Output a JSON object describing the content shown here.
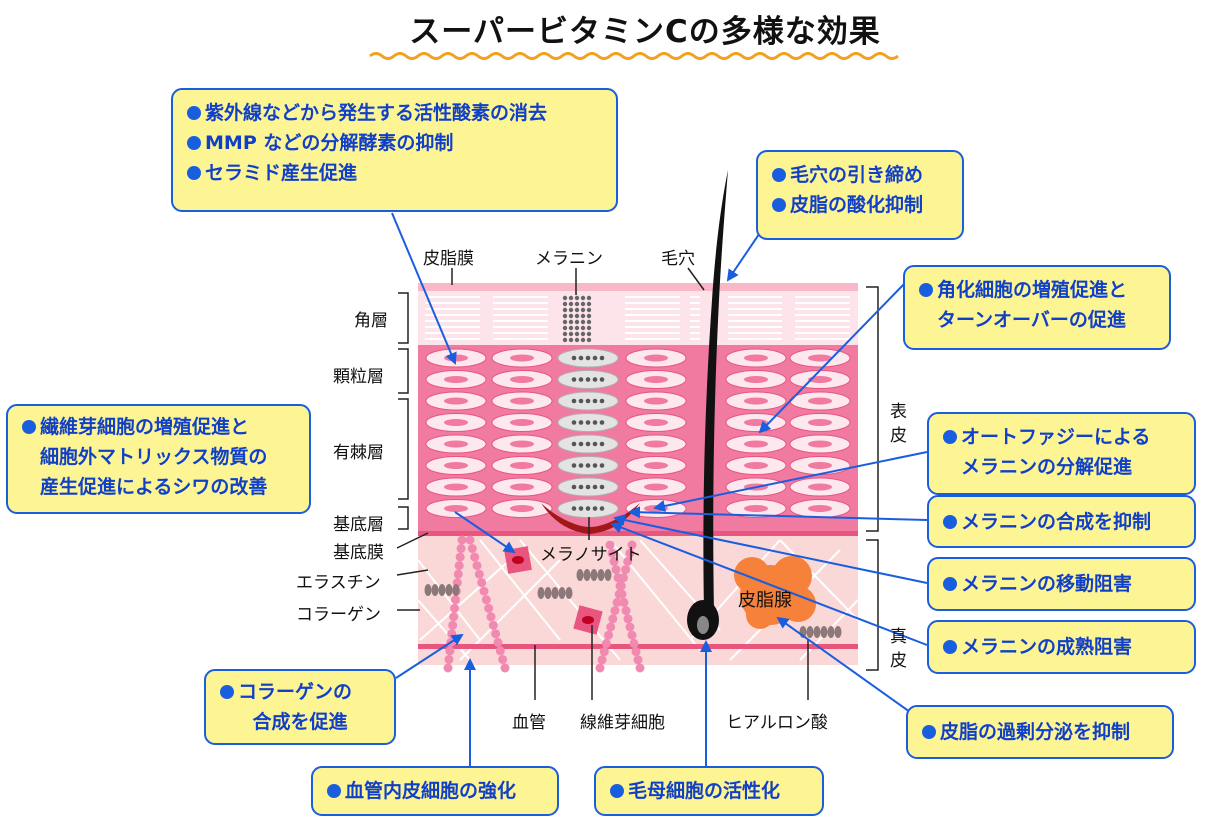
{
  "title": "スーパービタミンCの多様な効果",
  "boxes": {
    "top_left": {
      "lines": [
        "紫外線などから発生する活性酸素の消去",
        "MMP などの分解酵素の抑制",
        "セラミド産生促進"
      ]
    },
    "pores": {
      "lines": [
        "毛穴の引き締め",
        "皮脂の酸化抑制"
      ]
    },
    "keratin": {
      "lines": [
        "角化細胞の増殖促進と",
        "ターンオーバーの促進"
      ]
    },
    "fibroblast": {
      "lines": [
        "繊維芽細胞の増殖促進と",
        "細胞外マトリックス物質の",
        "産生促進によるシワの改善"
      ]
    },
    "autophagy": {
      "lines": [
        "オートファジーによる",
        "メラニンの分解促進"
      ]
    },
    "melanin_synthesis": {
      "lines": [
        "メラニンの合成を抑制"
      ]
    },
    "melanin_transfer": {
      "lines": [
        "メラニンの移動阻害"
      ]
    },
    "melanin_maturation": {
      "lines": [
        "メラニンの成熟阻害"
      ]
    },
    "sebum": {
      "lines": [
        "皮脂の過剰分泌を抑制"
      ]
    },
    "collagen": {
      "lines": [
        "コラーゲンの",
        "合成を促進"
      ]
    },
    "vascular": {
      "lines": [
        "血管内皮細胞の強化"
      ]
    },
    "hair_matrix": {
      "lines": [
        "毛母細胞の活性化"
      ]
    }
  },
  "labels": {
    "sebum_film": "皮脂膜",
    "melanin": "メラニン",
    "pore": "毛穴",
    "stratum_corneum": "角層",
    "granular_layer": "顆粒層",
    "spinous_layer": "有棘層",
    "basal_layer": "基底層",
    "basement_membrane": "基底膜",
    "elastin": "エラスチン",
    "collagen": "コラーゲン",
    "melanocyte": "メラノサイト",
    "sebaceous_gland": "皮脂腺",
    "epidermis": "表皮",
    "dermis": "真皮",
    "blood_vessel": "血管",
    "fibroblast": "線維芽細胞",
    "hyaluronic_acid": "ヒアルロン酸"
  },
  "colors": {
    "box_fill": "#fdf493",
    "box_border": "#1a5ee0",
    "box_text": "#1140c8",
    "epidermis": "#f07aa0",
    "dermis": "#fbd8d8",
    "melanocyte": "#a01818",
    "sebaceous": "#f5813a",
    "hair": "#111111"
  }
}
